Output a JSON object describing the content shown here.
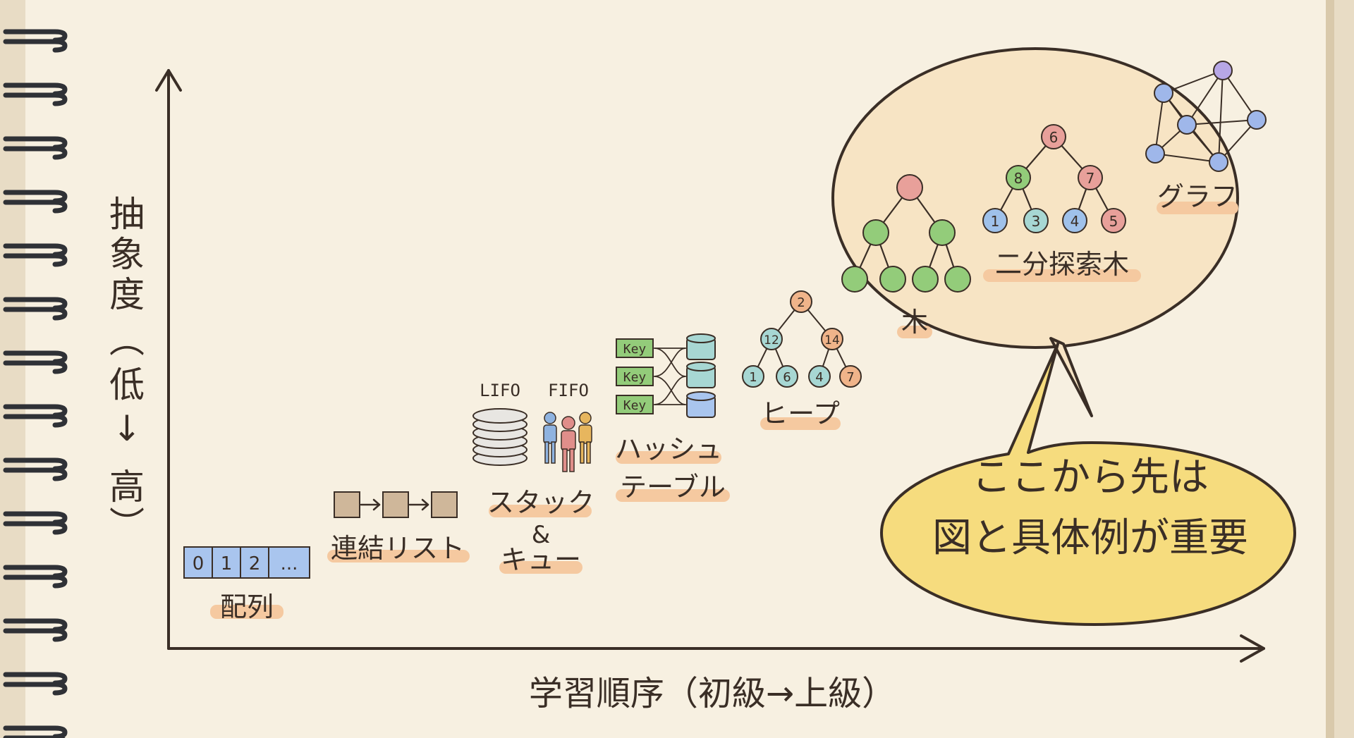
{
  "axes": {
    "y_label_chars": [
      "抽",
      "象",
      "度",
      "︵",
      "低",
      "↓",
      "高",
      "︶"
    ],
    "x_label": "学習順序（初級→上級）"
  },
  "stages": {
    "array": {
      "label": "配列",
      "cells": [
        "0",
        "1",
        "2",
        "..."
      ]
    },
    "linked_list": {
      "label": "連結リスト"
    },
    "stack_queue": {
      "label_top": "スタック",
      "label_amp": "&",
      "label_bottom": "キュー",
      "lifo": "LIFO",
      "fifo": "FIFO"
    },
    "hash_table": {
      "label_top": "ハッシュ",
      "label_bottom": "テーブル",
      "keys": [
        "Key",
        "Key",
        "Key"
      ]
    },
    "heap": {
      "label": "ヒープ",
      "nodes": [
        "2",
        "12",
        "14",
        "1",
        "6",
        "4",
        "7"
      ]
    },
    "tree": {
      "label": "木"
    },
    "bst": {
      "label": "二分探索木",
      "nodes": [
        "6",
        "8",
        "7",
        "1",
        "3",
        "4",
        "5"
      ]
    },
    "graph": {
      "label": "グラフ"
    }
  },
  "callout": {
    "line1": "ここから先は",
    "line2": "図と具体例が重要"
  },
  "colors": {
    "paper": "#f7f0e1",
    "ink": "#3a2e26",
    "highlight": "#f5c9a0",
    "bubble_pale": "#f7e4c4",
    "bubble_yellow": "#f6dc7e",
    "node_green": "#93cc7a",
    "node_red": "#e8a09a",
    "node_blue": "#9fc1ea",
    "node_teal": "#a7d7d3",
    "array_blue": "#a9c5ee",
    "ring_dark": "#2f3136"
  }
}
